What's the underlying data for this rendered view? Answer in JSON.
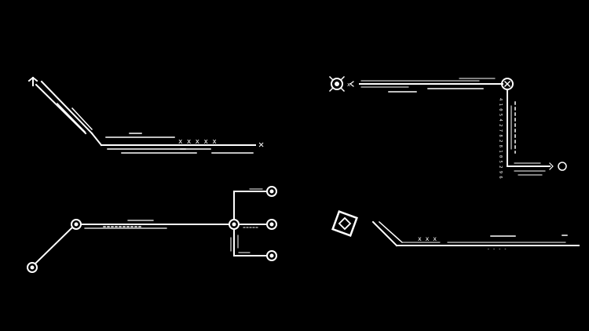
{
  "colors": {
    "background": "#000000",
    "line": "#ffffff"
  },
  "glyphs": {
    "top_left_x_marks": "x x x x x",
    "top_left_star": "✕",
    "top_right_x_marks": "x",
    "bottom_right_x_marks": "x x x",
    "bottom_right_dashes": "- - - -",
    "vertical_digits": "4 1 0 5 4 2 7 8 2 8 1 0 5 2 9 6"
  }
}
